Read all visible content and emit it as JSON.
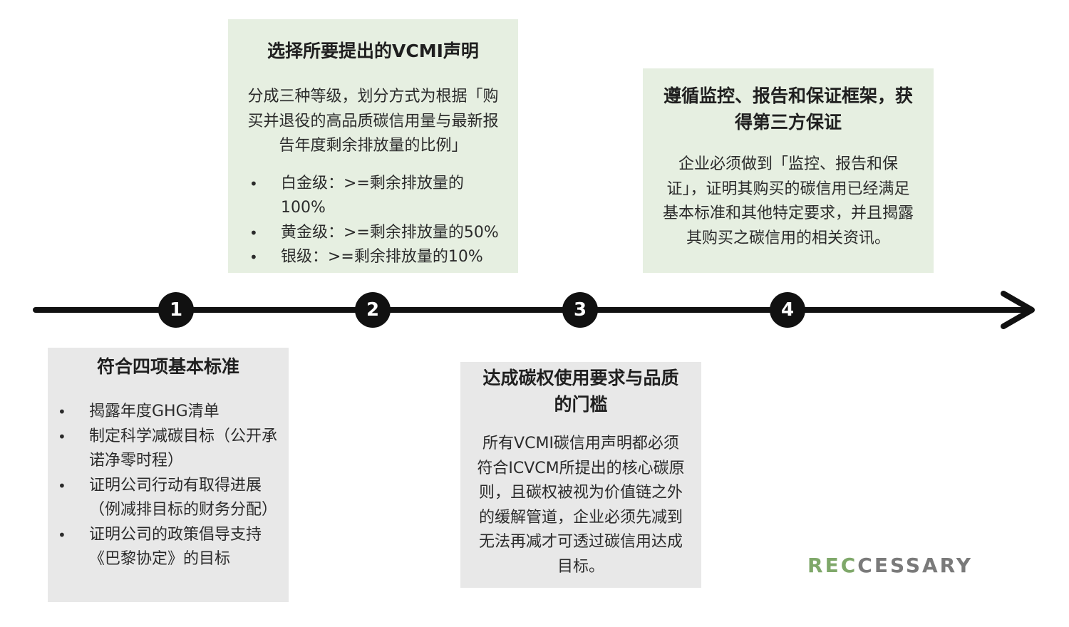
{
  "steps": [
    {
      "number": "1",
      "title": "符合四项基本标准",
      "bullets": [
        "揭露年度GHG清单",
        "制定科学减碳目标（公开承诺净零时程）",
        "证明公司行动有取得进展（例减排目标的财务分配）",
        "证明公司的政策倡导支持《巴黎协定》的目标"
      ]
    },
    {
      "number": "2",
      "title": "选择所要提出的VCMI声明",
      "description": "分成三种等级，划分方式为根据「购买并退役的高品质碳信用量与最新报告年度剩余排放量的比例」",
      "bullets": [
        "白金级：>=剩余排放量的100%",
        "黄金级：>=剩余排放量的50%",
        "银级：>=剩余排放量的10%"
      ]
    },
    {
      "number": "3",
      "title": "达成碳权使用要求与品质的门槛",
      "description": "所有VCMI碳信用声明都必须符合ICVCM所提出的核心碳原则，且碳权被视为价值链之外的缓解管道，企业必须先减到无法再减才可透过碳信用达成目标。"
    },
    {
      "number": "4",
      "title": "遵循监控、报告和保证框架，获得第三方保证",
      "description": "企业必须做到「监控、报告和保证」，证明其购买的碳信用已经满足基本标准和其他特定要求，并且揭露其购买之碳信用的相关资讯。"
    }
  ],
  "bullet_symbol": "•",
  "logo": {
    "start": "R",
    "e1": "E",
    "c1": "C",
    "rest": "CESSARY"
  },
  "colors": {
    "green_box": "#e6efe1",
    "grey_box": "#e8e8e8",
    "timeline": "#111111",
    "logo_accent": "#7fa86a",
    "logo_grey": "#7a7a7a"
  }
}
